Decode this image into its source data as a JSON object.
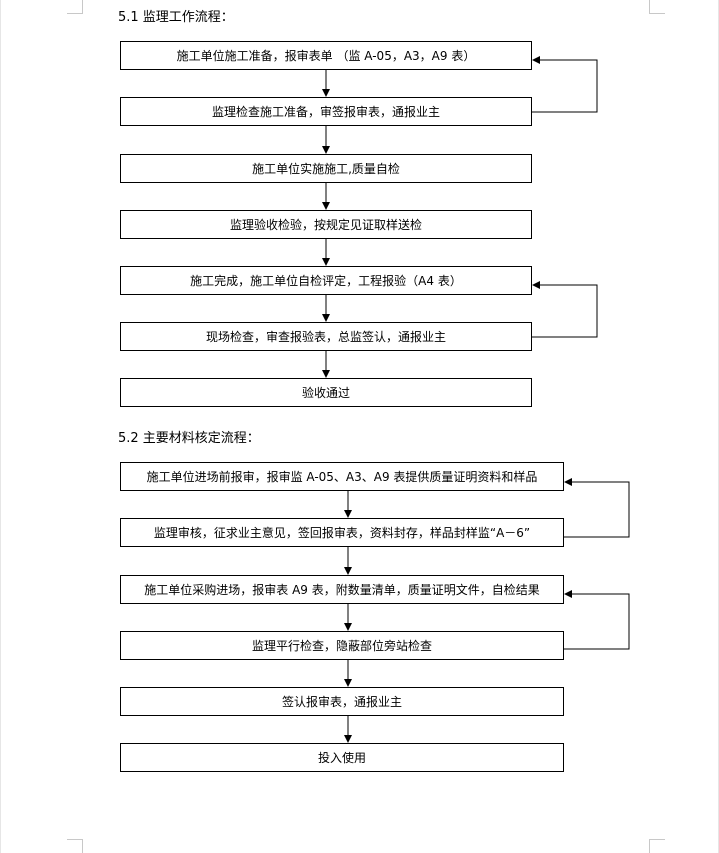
{
  "section1": {
    "heading": "5.1 监理工作流程：",
    "steps": [
      "施工单位施工准备，报审表单 （监 A-05，A3，A9 表）",
      "监理检查施工准备，审签报审表，通报业主",
      "施工单位实施施工,质量自检",
      "监理验收检验，按规定见证取样送检",
      "施工完成，施工单位自检评定，工程报验（A4 表）",
      "现场检查，审查报验表，总监签认，通报业主",
      "验收通过"
    ]
  },
  "section2": {
    "heading": "5.2 主要材料核定流程：",
    "steps": [
      "施工单位进场前报审，报审监 A-05、A3、A9 表提供质量证明资料和样品",
      "监理审核，征求业主意见，签回报审表，资料封存，样品封样监“A－6”",
      "施工单位采购进场，报审表 A9 表，附数量清单，质量证明文件，自检结果",
      "监理平行检查，隐蔽部位旁站检查",
      "签认报审表，通报业主",
      "投入使用"
    ]
  }
}
